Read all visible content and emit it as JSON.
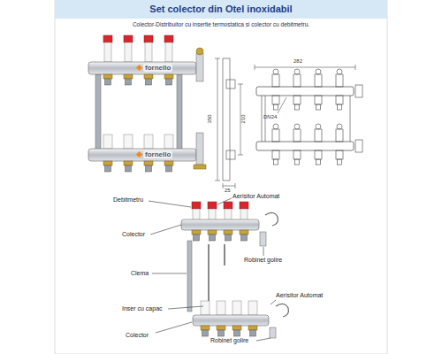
{
  "diagram": {
    "title": "Set colector din Otel  inoxidabil",
    "labels": [
      "Colector-Distribuitor cu insertie termostatica si colector cu debitmetru.",
      "fornello",
      "fornello",
      "350",
      "210",
      "25",
      "282",
      "DN24",
      "Debitmetru",
      "Aerisitor Automat",
      "Colector",
      "Robinet golire",
      "Clema",
      "Aerisitor Automat",
      "Inser cu capac",
      "Colector",
      "Robinet golire"
    ]
  }
}
